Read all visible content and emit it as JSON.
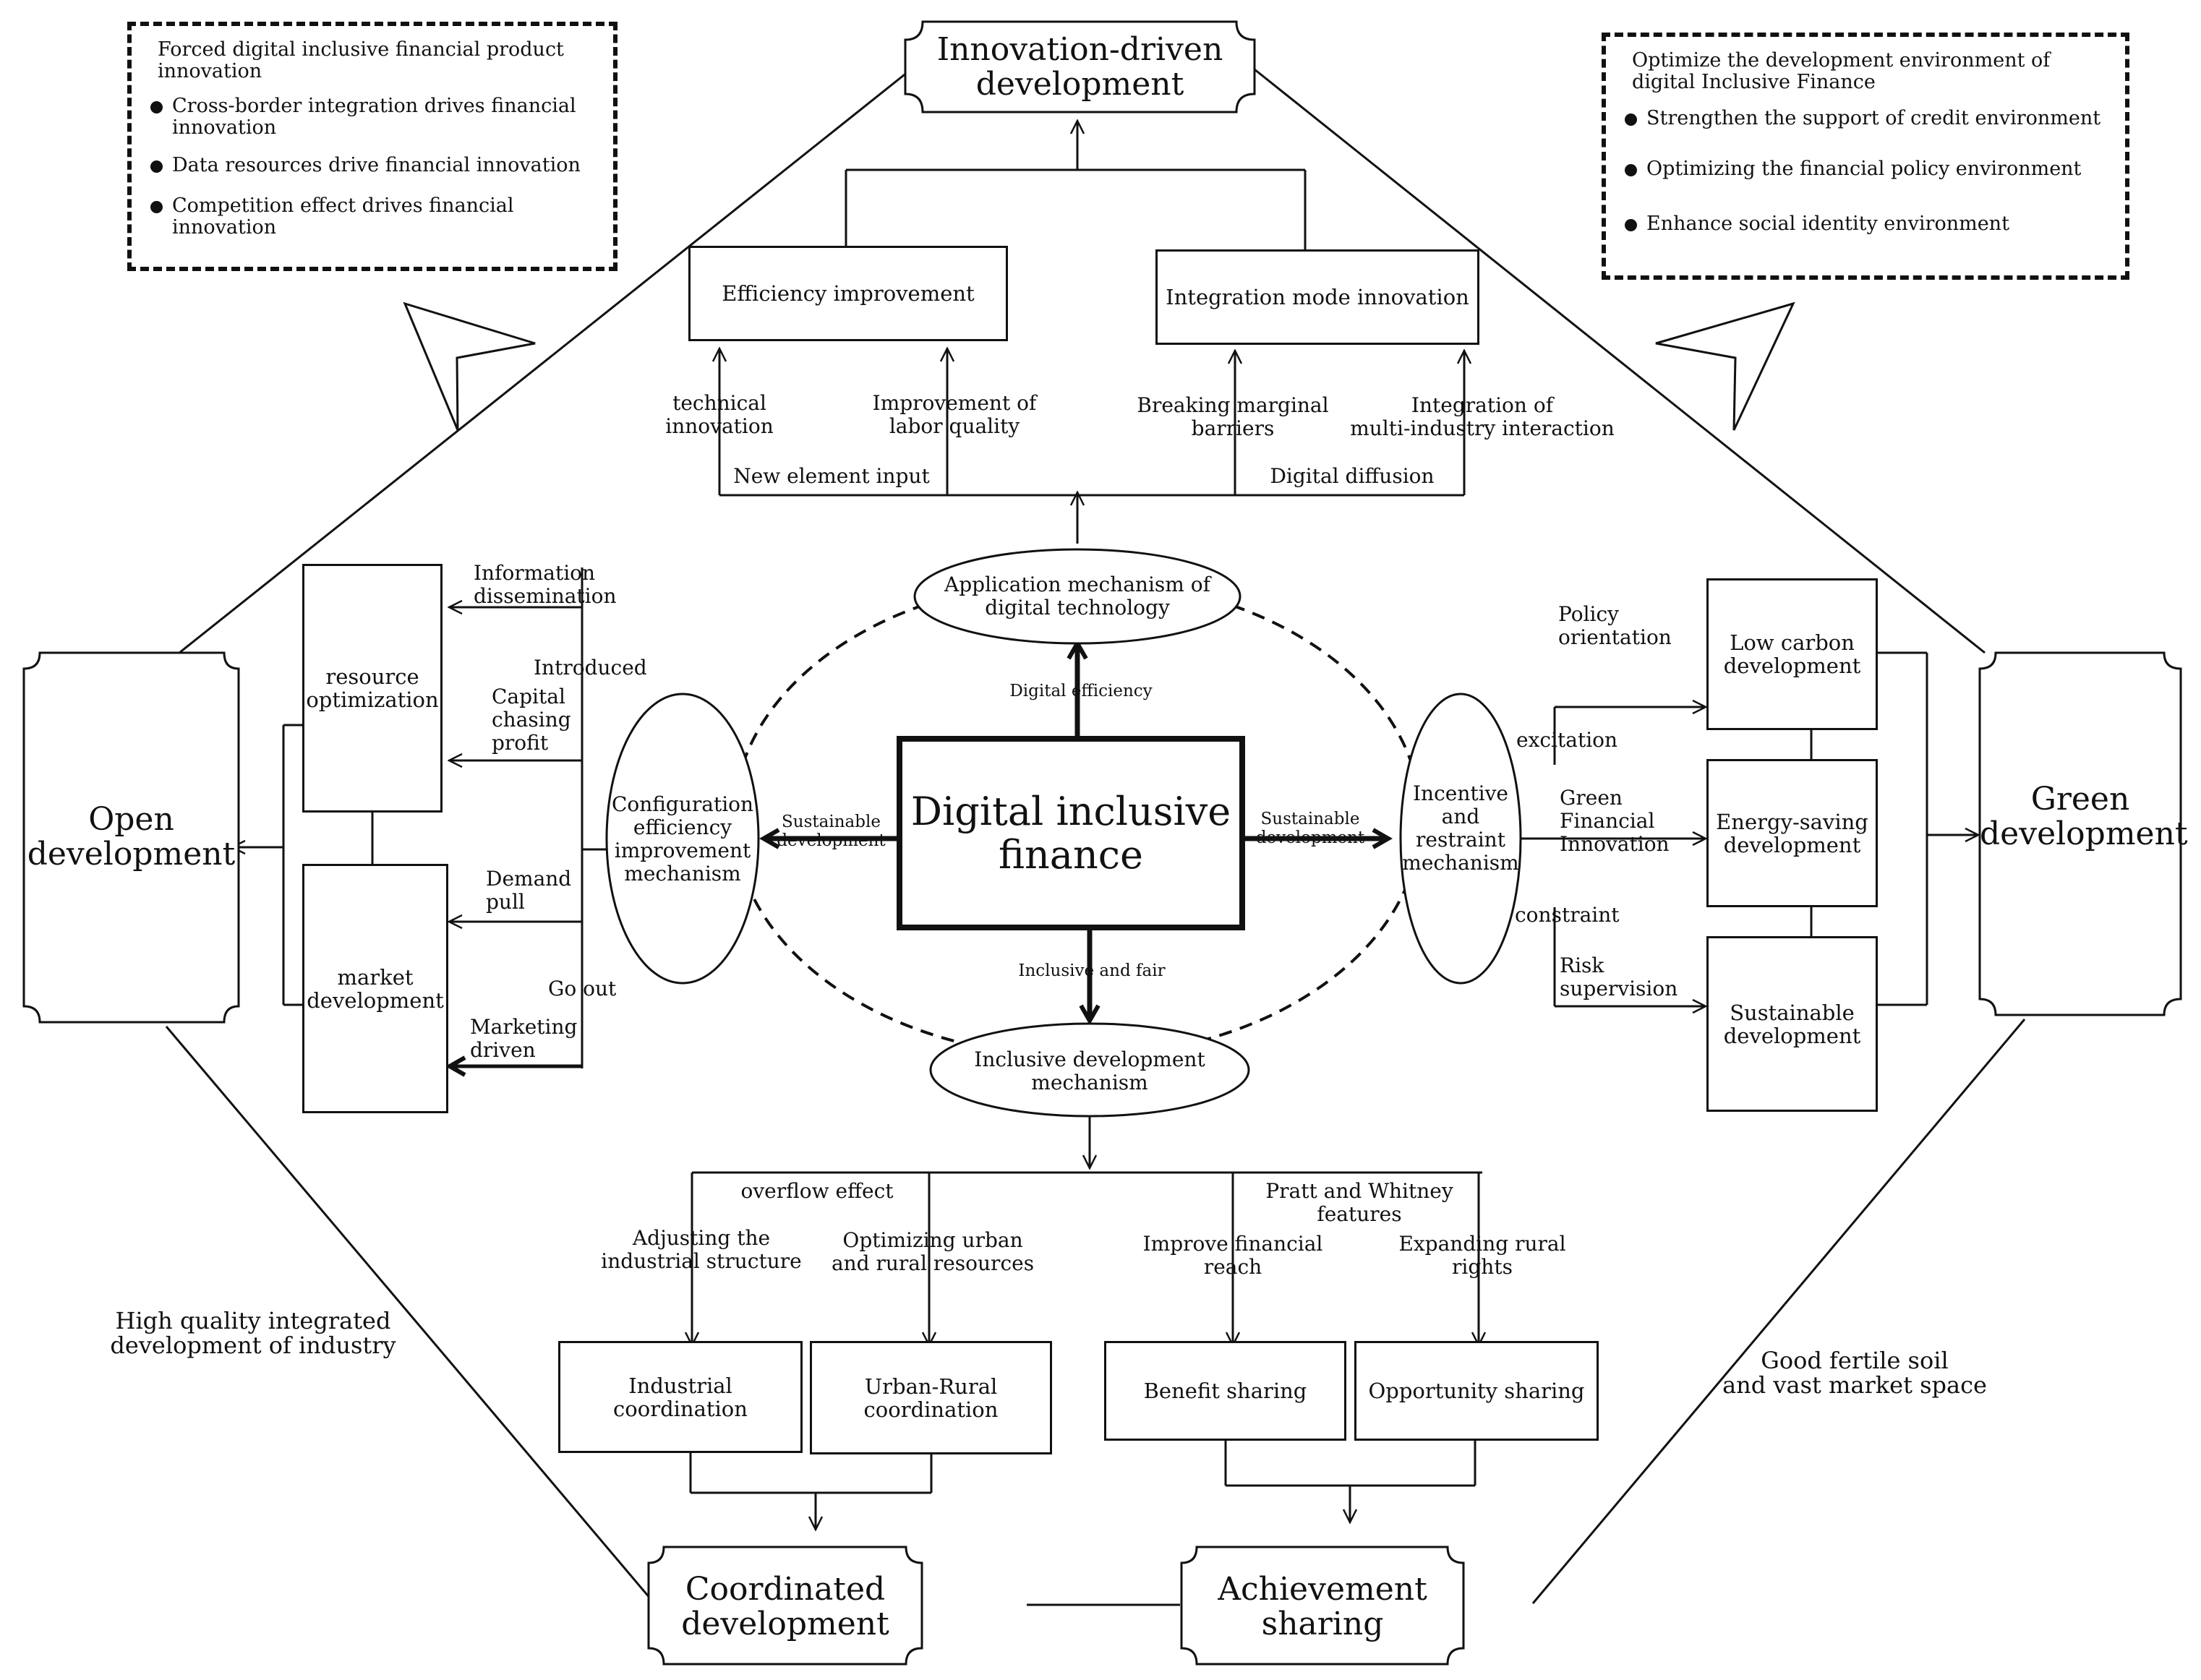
{
  "center": {
    "title": "Digital inclusive\nfinance"
  },
  "pillars": {
    "innovation": "Innovation-driven\ndevelopment",
    "open": "Open\ndevelopment",
    "green": "Green\ndevelopment",
    "coordinated": "Coordinated\ndevelopment",
    "sharing": "Achievement\nsharing"
  },
  "mechanisms": {
    "application": "Application mechanism of\ndigital technology",
    "configuration": "Configuration\nefficiency\nimprovement\nmechanism",
    "incentive": "Incentive\nand\nrestraint\nmechanism",
    "inclusive": "Inclusive development\nmechanism"
  },
  "center_edges": {
    "digital_efficiency": "Digital efficiency",
    "sustainable_left": "Sustainable\ndevelopment",
    "sustainable_right": "Sustainable\ndevelopment",
    "inclusive_fair": "Inclusive and fair"
  },
  "top": {
    "efficiency": "Efficiency improvement",
    "integration": "Integration mode innovation",
    "technical_innovation": "technical\ninnovation",
    "labor_quality": "Improvement of\nlabor quality",
    "breaking_barriers": "Breaking marginal\nbarriers",
    "multi_industry": "Integration of\nmulti-industry interaction",
    "new_element": "New element input",
    "digital_diffusion": "Digital diffusion"
  },
  "left": {
    "resource_optimization": "resource\noptimization",
    "market_development": "market\ndevelopment",
    "information_dissemination": "Information\ndissemination",
    "introduced": "Introduced",
    "capital_chasing": "Capital\nchasing\nprofit",
    "demand_pull": "Demand\npull",
    "go_out": "Go out",
    "marketing_driven": "Marketing\ndriven"
  },
  "right": {
    "low_carbon": "Low carbon\ndevelopment",
    "energy_saving": "Energy-saving\ndevelopment",
    "sustainable": "Sustainable\ndevelopment",
    "policy_orientation": "Policy\norientation",
    "excitation": "excitation",
    "green_financial": "Green\nFinancial\nInnovation",
    "constraint": "constraint",
    "risk_supervision": "Risk\nsupervision"
  },
  "bottom": {
    "overflow_effect": "overflow effect",
    "pratt_whitney": "Pratt and Whitney\nfeatures",
    "adjusting": "Adjusting the\nindustrial structure",
    "optimizing": "Optimizing urban\nand rural resources",
    "improve_reach": "Improve financial\nreach",
    "expanding_rights": "Expanding rural\nrights",
    "industrial": "Industrial\ncoordination",
    "urban_rural": "Urban-Rural\ncoordination",
    "benefit": "Benefit sharing",
    "opportunity": "Opportunity sharing"
  },
  "side_labels": {
    "high_quality": "High quality integrated\ndevelopment of industry",
    "good_soil": "Good fertile soil\nand vast market space"
  },
  "panel_left": {
    "head": "Forced digital inclusive financial product\ninnovation",
    "items": [
      "Cross-border integration drives financial\ninnovation",
      "Data resources drive financial innovation",
      "Competition effect drives financial\ninnovation"
    ]
  },
  "panel_right": {
    "head": "Optimize the development environment of\ndigital Inclusive Finance",
    "items": [
      "Strengthen the support of credit environment",
      "Optimizing the financial policy environment",
      "Enhance social identity environment"
    ]
  }
}
